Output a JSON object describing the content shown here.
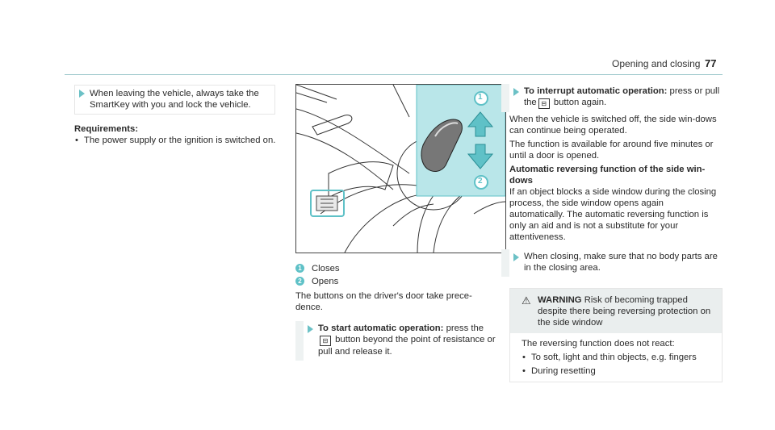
{
  "header": {
    "section": "Opening and closing",
    "page": "77"
  },
  "col1": {
    "step_text": "When leaving the vehicle, always take the SmartKey with you and lock the vehicle.",
    "req_title": "Requirements:",
    "req_item": "The power supply or the ignition is switched on."
  },
  "figure": {
    "callout_1": "1",
    "callout_2": "2"
  },
  "col2": {
    "legend": [
      {
        "num": "1",
        "label": "Closes"
      },
      {
        "num": "2",
        "label": "Opens"
      }
    ],
    "para": "The buttons on the driver's door take prece-dence.",
    "step_bold": "To start automatic operation:",
    "step_pre": " press the",
    "step_post": " button beyond the point of resistance or pull and release it."
  },
  "col3": {
    "step1_bold": "To interrupt automatic operation:",
    "step1_pre": " press or pull the",
    "step1_post": " button again.",
    "para1": "When the vehicle is switched off, the side win-dows can continue being operated.",
    "para2": "The function is available for around five minutes or until a door is opened.",
    "heading": "Automatic reversing function of the side win-dows",
    "para3": "If an object blocks a side window during the closing process, the side window opens again automatically. The automatic reversing function is only an aid and is not a substitute for your attentiveness.",
    "step2": "When closing, make sure that no body parts are in the closing area.",
    "warning_label": "WARNING",
    "warning_text": " Risk of becoming trapped despite there being reversing protection on the side window",
    "warning_body": "The reversing function does not react:",
    "warning_items": [
      "To soft, light and thin objects, e.g. fingers",
      "During resetting"
    ]
  },
  "colors": {
    "accent": "#5fc1c7",
    "panel": "#b9e6e9",
    "warning_bg": "#eaeeee"
  },
  "icons": {
    "step": "triangle-arrow-icon",
    "window_key": "window-switch-icon",
    "warning": "warning-triangle-icon"
  }
}
